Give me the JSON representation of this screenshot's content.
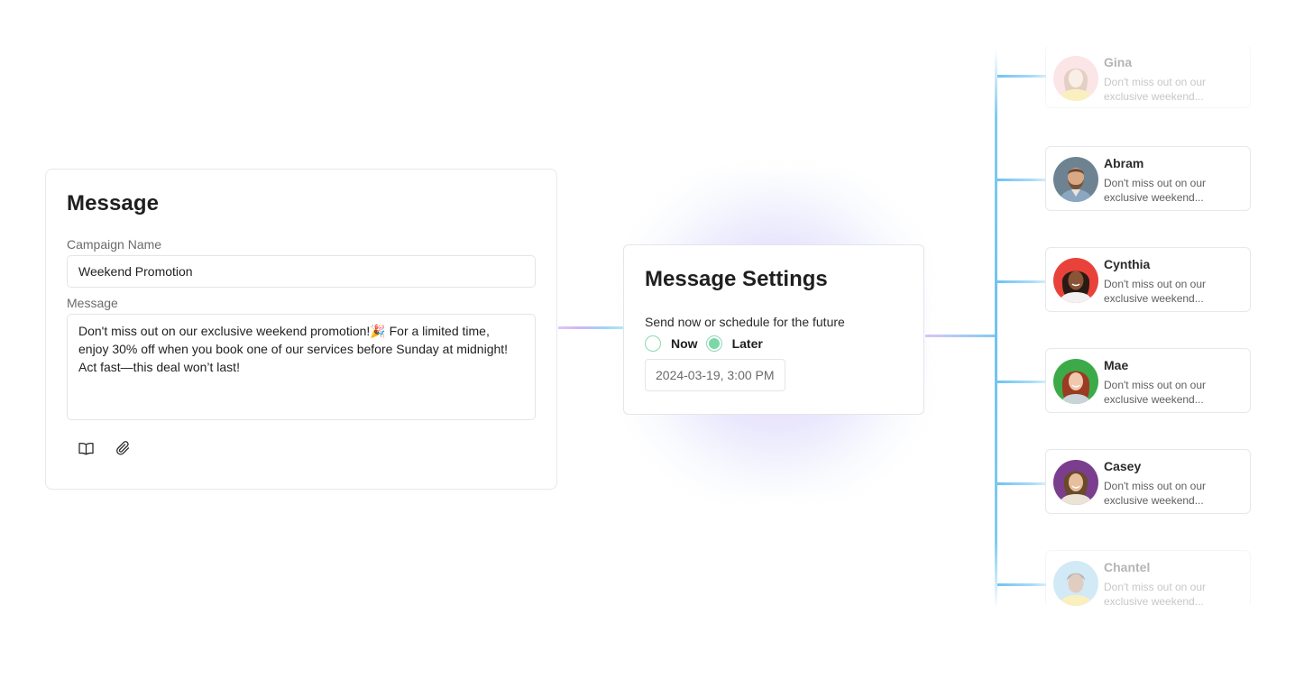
{
  "message_card": {
    "title": "Message",
    "campaign_name_label": "Campaign Name",
    "campaign_name_value": "Weekend Promotion",
    "message_label": "Message",
    "message_value": "Don't miss out on our exclusive weekend promotion!🎉 For a limited time,\nenjoy 30% off when you book one of our services before Sunday at midnight!\nAct fast—this deal won’t last!",
    "tools": [
      "book-icon",
      "paperclip-icon"
    ]
  },
  "settings_card": {
    "title": "Message Settings",
    "description": "Send now or schedule for the future",
    "option_now": "Now",
    "option_later": "Later",
    "selected": "Later",
    "datetime_value": "2024-03-19, 3:00 PM"
  },
  "recipients": [
    {
      "name": "Gina",
      "snippet": "Don't miss out on our exclusive weekend...",
      "faded": true
    },
    {
      "name": "Abram",
      "snippet": "Don't miss out on our exclusive weekend...",
      "faded": false
    },
    {
      "name": "Cynthia",
      "snippet": "Don't miss out on our exclusive weekend...",
      "faded": false
    },
    {
      "name": "Mae",
      "snippet": "Don't miss out on our exclusive weekend...",
      "faded": false
    },
    {
      "name": "Casey",
      "snippet": "Don't miss out on our exclusive weekend...",
      "faded": false
    },
    {
      "name": "Chantel",
      "snippet": "Don't miss out on our exclusive weekend...",
      "faded": true
    }
  ],
  "colors": {
    "radio_accent": "#7ad8a6",
    "connector_blue": "#6fc3f1",
    "connector_purple": "#d9c4f6"
  }
}
